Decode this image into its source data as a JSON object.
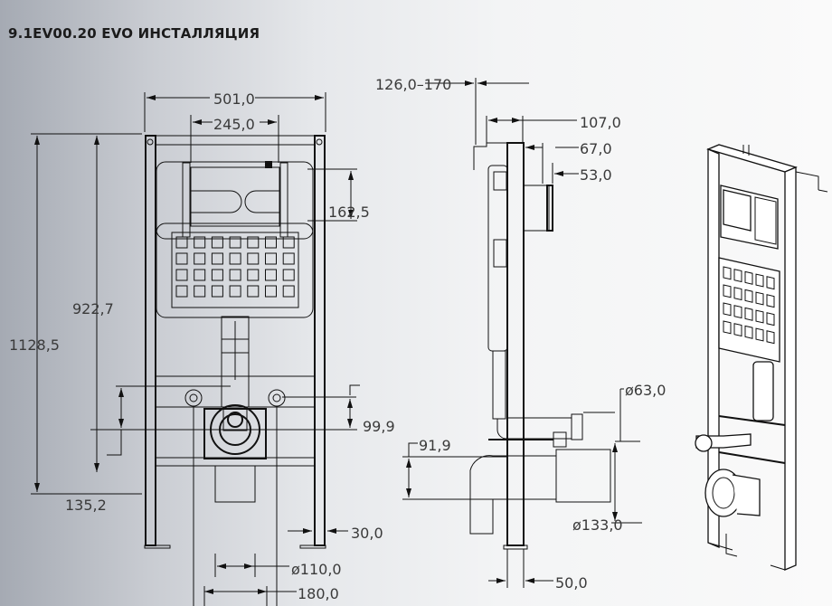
{
  "title": "9.1EV00.20 EVO ИНСТАЛЛЯЦИЯ",
  "front_view": {
    "width_total": "501,0",
    "width_buttons": "245,0",
    "height_button": "162,5",
    "height_drain": "922,7",
    "height_total": "1128,5",
    "studs_spacing": "99,9",
    "inlet_height": "135,2",
    "foot_offset": "30,0",
    "pipe_diameter": "ø110,0",
    "studs_width": "180,0"
  },
  "side_view": {
    "depth_range": "126,0–170",
    "depth_107": "107,0",
    "depth_67": "67,0",
    "depth_53": "53,0",
    "inlet_diameter": "ø63,0",
    "offset_91": "91,9",
    "outlet_diameter": "ø133,0",
    "frame_width": "50,0"
  }
}
